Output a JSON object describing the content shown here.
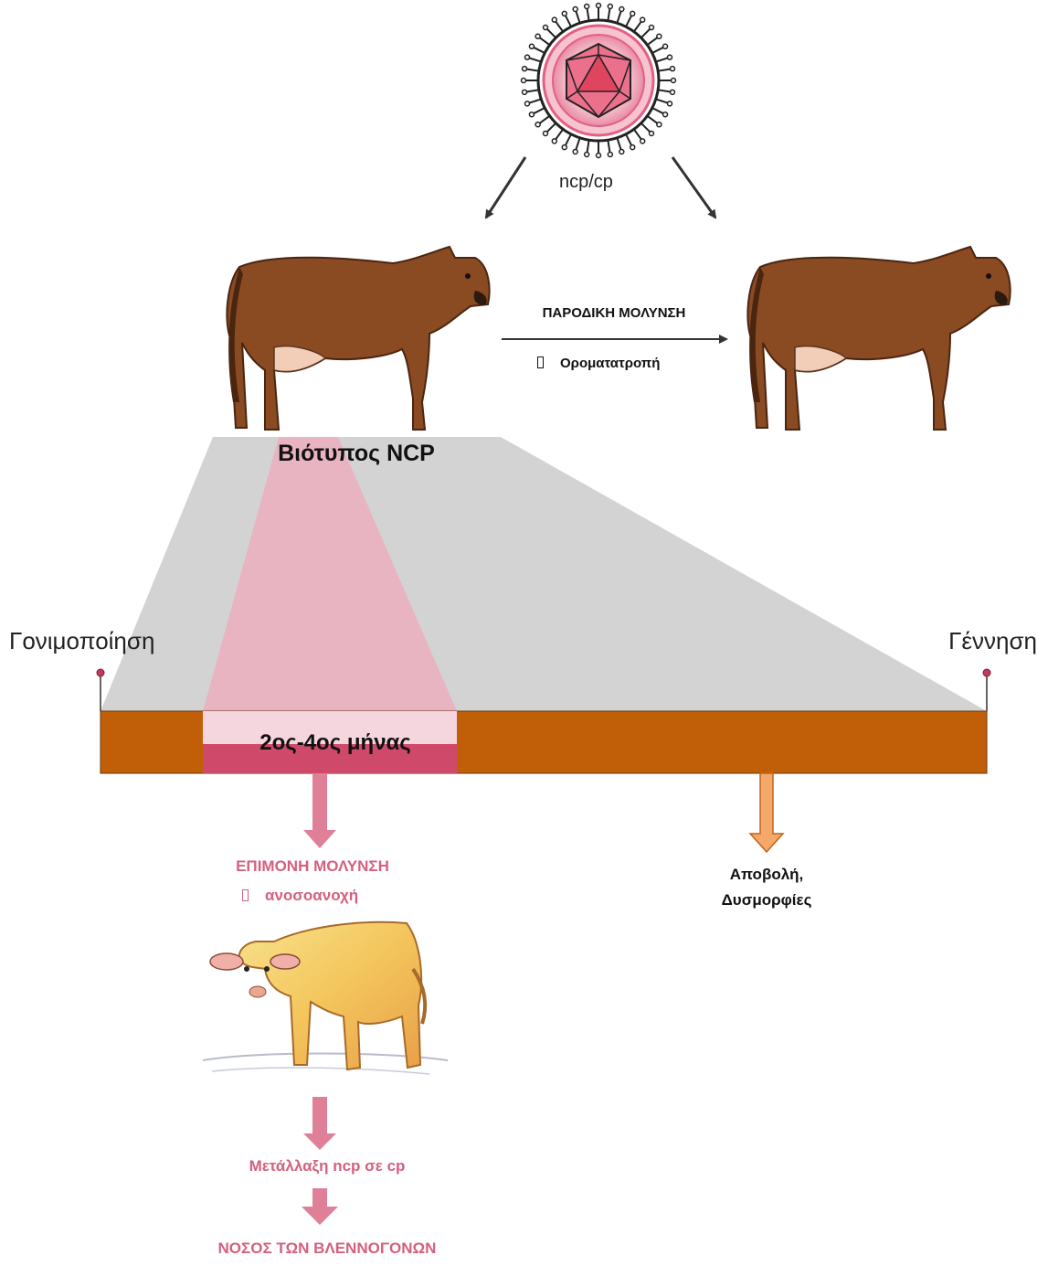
{
  "virus": {
    "label": "ncp/cp"
  },
  "transient": {
    "title": "ΠΑΡΟΔΙΚΗ ΜΟΛΥΝΣΗ",
    "result": "Οροματατροπή"
  },
  "biotype": {
    "label": "Βιότυπος NCP"
  },
  "timeline": {
    "start": "Γονιμοποίηση",
    "end": "Γέννηση",
    "window": "2ος-4ος μήνας"
  },
  "persistent": {
    "title": "ΕΠΙΜΟΝΗ ΜΟΛΥΝΣΗ",
    "result": "ανοσοανοχή",
    "mutation": "Μετάλλαξη ncp σε cp",
    "disease": "ΝΟΣΟΣ ΤΩΝ ΒΛΕΝΝΟΓΟΝΩΝ"
  },
  "late": {
    "line1": "Αποβολή,",
    "line2": "Δυσμορφίες"
  },
  "colors": {
    "timeline_bar": "#c05f08",
    "window_light": "#f5d5de",
    "window_dark": "#cf4a6a",
    "fan_grey": "#d3d3d3",
    "fan_pink": "#e9b4c1",
    "pink_text": "#d4607f",
    "orange_arrow": "#f4a86a"
  }
}
